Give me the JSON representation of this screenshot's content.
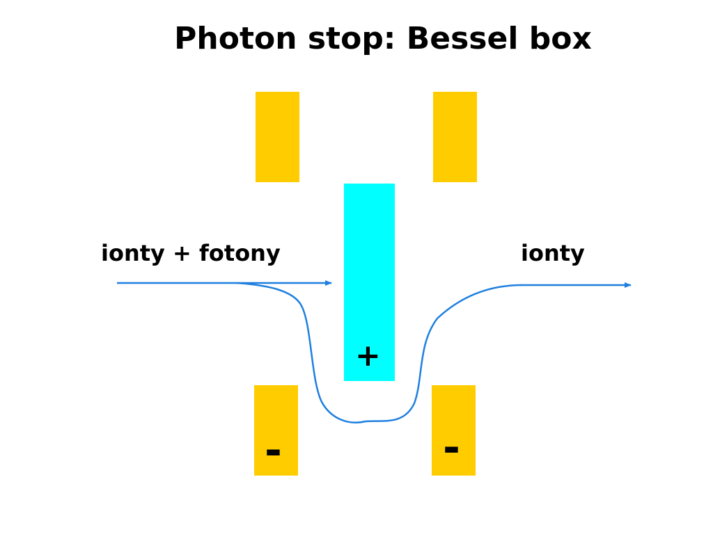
{
  "title": "Photon stop: Bessel box",
  "labels": {
    "input": "ionty + fotony",
    "output": "ionty"
  },
  "electrodes": {
    "center_sign": "+",
    "bottom_left_sign": "-",
    "bottom_right_sign": "-"
  },
  "colors": {
    "outer_electrode": "#FFCC00",
    "center_electrode": "#00FFFF",
    "beam": "#1E7FE0"
  }
}
